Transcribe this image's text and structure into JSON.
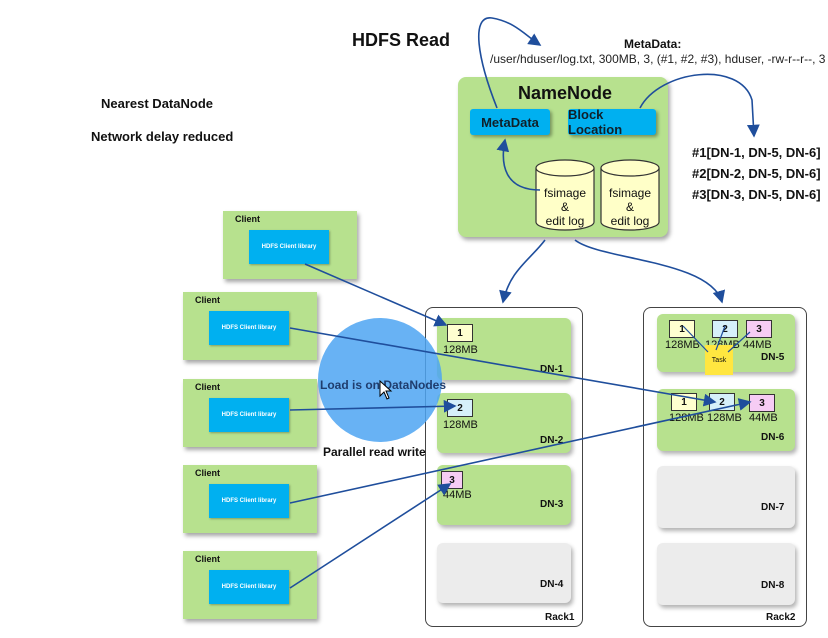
{
  "title": "HDFS Read",
  "metadata": {
    "heading": "MetaData:",
    "text": "/user/hduser/log.txt, 300MB, 3, (#1, #2, #3), hduser, -rw-r--r--, 3"
  },
  "notes": [
    "Nearest DataNode",
    "Network delay reduced"
  ],
  "namenode": {
    "title": "NameNode",
    "metadata_label": "MetaData",
    "block_location_label": "Block Location",
    "fsimage_1": [
      "fsimage",
      "&",
      "edit log"
    ],
    "fsimage_2": [
      "fsimage",
      "&",
      "edit log"
    ]
  },
  "block_locations": [
    "#1[DN-1, DN-5, DN-6]",
    "#2[DN-2, DN-5, DN-6]",
    "#3[DN-3, DN-5, DN-6]"
  ],
  "clients": [
    {
      "label": "Client",
      "lib": "HDFS Client library"
    },
    {
      "label": "Client",
      "lib": "HDFS Client library"
    },
    {
      "label": "Client",
      "lib": "HDFS Client library"
    },
    {
      "label": "Client",
      "lib": "HDFS Client library"
    },
    {
      "label": "Client",
      "lib": "HDFS Client library"
    }
  ],
  "load_text": "Load is on DataNodes",
  "parallel_text": "Parallel read write",
  "rack1": {
    "label": "Rack1",
    "nodes": [
      {
        "name": "DN-1",
        "block": "1",
        "size": "128MB"
      },
      {
        "name": "DN-2",
        "block": "2",
        "size": "128MB"
      },
      {
        "name": "DN-3",
        "block": "3",
        "size": "44MB"
      },
      {
        "name": "DN-4"
      }
    ]
  },
  "rack2": {
    "label": "Rack2",
    "dn5": {
      "name": "DN-5",
      "blocks": [
        {
          "id": "1",
          "size": "128MB"
        },
        {
          "id": "2",
          "size": "128MB"
        },
        {
          "id": "3",
          "size": "44MB"
        }
      ],
      "task": "Task"
    },
    "dn6": {
      "name": "DN-6",
      "blocks": [
        {
          "id": "1",
          "size": "128MB"
        },
        {
          "id": "2",
          "size": "128MB"
        },
        {
          "id": "3",
          "size": "44MB"
        }
      ]
    },
    "dn7": {
      "name": "DN-7"
    },
    "dn8": {
      "name": "DN-8"
    }
  }
}
